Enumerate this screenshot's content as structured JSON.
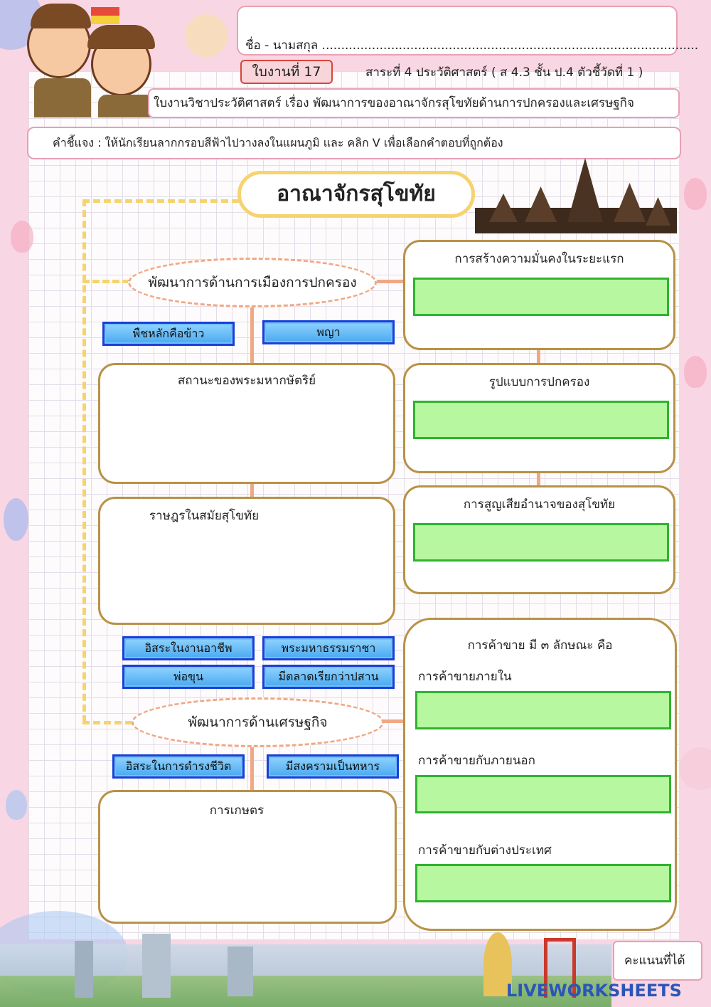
{
  "header": {
    "name_line": "ชื่อ - นามสกุล ..................................................................................................",
    "sheet_number": "ใบงานที่ 17",
    "subject": "สาระที่ 4 ประวัติศาสตร์ ( ส 4.3 ชั้น ป.4 ตัวชี้วัดที่ 1 )",
    "title": "ใบงานวิชาประวัติศาสตร์ เรื่อง พัฒนาการของอาณาจักรสุโขทัยด้านการปกครองและเศรษฐกิจ",
    "instruction": "คำชี้แจง : ให้นักเรียนลากกรอบสีฟ้าไปวางลงในแผนภูมิ และ คลิก  V  เพื่อเลือกคำตอบที่ถูกต้อง"
  },
  "kingdom_title": "อาณาจักรสุโขทัย",
  "politics_oval": "พัฒนาการด้านการเมืองการปกครอง",
  "economy_oval": "พัฒนาการด้านเศรษฐกิจ",
  "tiles": {
    "t1": "พืชหลักคือข้าว",
    "t2": "พญา",
    "t3": "อิสระในงานอาชีพ",
    "t4": "พระมหาธรรมราชา",
    "t5": "พ่อขุน",
    "t6": "มีตลาดเรียกว่าปสาน",
    "t7": "อิสระในการดำรงชีวิต",
    "t8": "มีสงครามเป็นทหาร"
  },
  "boxes": {
    "king_status": "สถานะของพระมหากษัตริย์",
    "people": "ราษฎรในสมัยสุโขทัย",
    "agriculture": "การเกษตร",
    "early_stability": "การสร้างความมั่นคงในระยะแรก",
    "gov_form": "รูปแบบการปกครอง",
    "loss_power": "การสูญเสียอำนาจของสุโขทัย",
    "trade_title": "การค้าขาย มี ๓ ลักษณะ คือ",
    "trade_internal": "การค้าขายภายใน",
    "trade_outside": "การค้าขายกับภายนอก",
    "trade_foreign": "การค้าขายกับต่างประเทศ"
  },
  "score_label": "คะแนนที่ได้",
  "watermark": "LIVEWORKSHEETS"
}
